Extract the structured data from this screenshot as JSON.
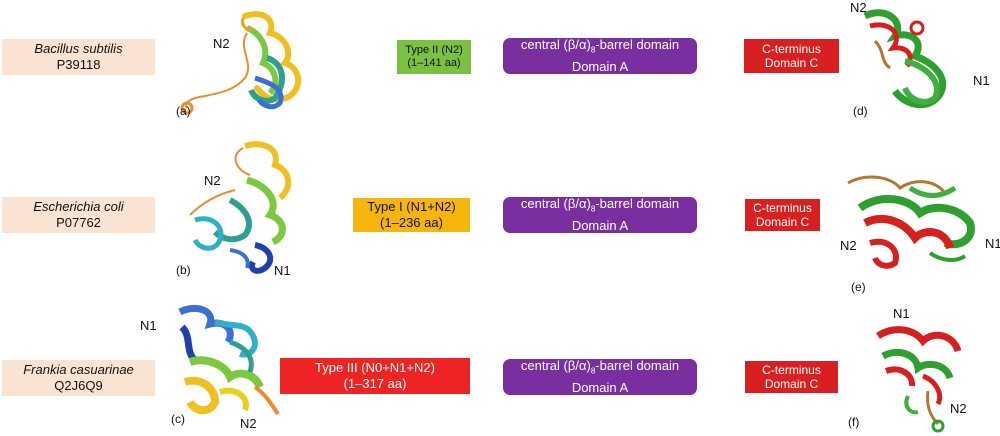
{
  "rows": [
    {
      "species": "Bacillus subtilis",
      "accession": "P39118",
      "n_type": "Type II (N2)",
      "n_range": "(1–141 aa)",
      "n_color": "#7ac142",
      "domain_a_prefix": "central (β/α)",
      "domain_a_sub": "8",
      "domain_a_suffix": "-barrel domain",
      "domain_a_name": "Domain A",
      "c_term": "C-terminus",
      "domain_c": "Domain C",
      "left_panel": "(a)",
      "right_panel": "(d)",
      "left_labels": [
        "N2"
      ],
      "right_labels": [
        "N2",
        "N1"
      ]
    },
    {
      "species": "Escherichia coli",
      "accession": "P07762",
      "n_type": "Type I (N1+N2)",
      "n_range": "(1–236 aa)",
      "n_color": "#f5b50c",
      "domain_a_prefix": "central (β/α)",
      "domain_a_sub": "8",
      "domain_a_suffix": "-barrel domain",
      "domain_a_name": "Domain A",
      "c_term": "C-terminus",
      "domain_c": "Domain C",
      "left_panel": "(b)",
      "right_panel": "(e)",
      "left_labels": [
        "N2",
        "N1"
      ],
      "right_labels": [
        "N2",
        "N1"
      ]
    },
    {
      "species": "Frankia casuarinae",
      "accession": "Q2J6Q9",
      "n_type": "Type III (N0+N1+N2)",
      "n_range": "(1–317 aa)",
      "n_color": "#ee2424",
      "domain_a_prefix": "central (β/α)",
      "domain_a_sub": "8",
      "domain_a_suffix": "-barrel domain",
      "domain_a_name": "Domain A",
      "c_term": "C-terminus",
      "domain_c": "Domain C",
      "left_panel": "(c)",
      "right_panel": "(f)",
      "left_labels": [
        "N1",
        "N2"
      ],
      "right_labels": [
        "N1",
        "N2"
      ]
    }
  ],
  "colors": {
    "species_bg": "#fbe3d2",
    "domain_a": "#7a2fa0",
    "domain_c": "#d82020",
    "ribbon_green": "#2fa02f",
    "ribbon_red": "#d62020"
  }
}
